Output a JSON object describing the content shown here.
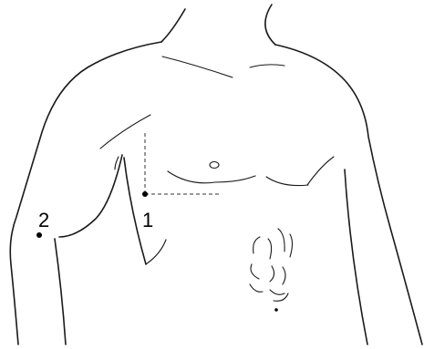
{
  "figure": {
    "points": [
      {
        "id": "point-1",
        "label": "1"
      },
      {
        "id": "point-2",
        "label": "2"
      }
    ]
  }
}
